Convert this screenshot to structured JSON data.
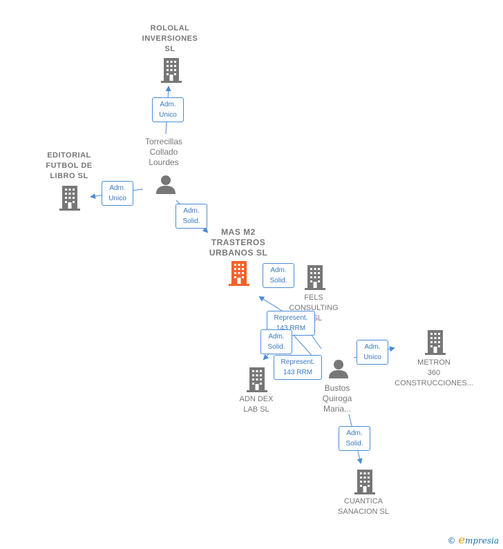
{
  "colors": {
    "main_company": "#f4612b",
    "company": "#777777",
    "person": "#777777",
    "edge": "#4a8bd6"
  },
  "nodes": {
    "rololal": [
      "ROLOLAL",
      "INVERSIONES",
      "SL"
    ],
    "editorial": [
      "EDITORIAL",
      "FUTBOL DE",
      "LIBRO SL"
    ],
    "main": [
      "MAS M2",
      "TRASTEROS",
      "URBANOS  SL"
    ],
    "fels": [
      "FELS",
      "CONSULTING",
      "S SL"
    ],
    "metron": [
      "METRON",
      "360",
      "CONSTRUCCIONES..."
    ],
    "adn": [
      "ADN DEX",
      "LAB  SL"
    ],
    "cuantica": [
      "CUANTICA",
      "SANACION  SL"
    ],
    "torrecillas": [
      "Torrecillas",
      "Collado",
      "Lourdes"
    ],
    "bustos": [
      "Bustos",
      "Quiroga",
      "Maria..."
    ]
  },
  "relations": {
    "r1": [
      "Adm.",
      "Unico"
    ],
    "r2": [
      "Adm.",
      "Unico"
    ],
    "r3": [
      "Adm.",
      "Solid."
    ],
    "r4": [
      "Adm.",
      "Solid."
    ],
    "r5": [
      "Represent.",
      "143 RRM"
    ],
    "r6": [
      "Adm.",
      "Solid."
    ],
    "r7": [
      "Represent.",
      "143 RRM"
    ],
    "r8": [
      "Adm.",
      "Unico"
    ],
    "r9": [
      "Adm.",
      "Solid."
    ]
  },
  "brand": {
    "copyright": "©",
    "e": "e",
    "rest": "mpresia"
  }
}
